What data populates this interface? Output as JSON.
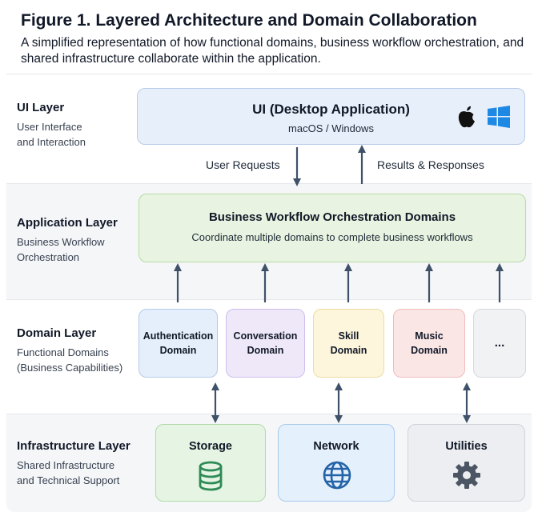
{
  "figure": {
    "title": "Figure 1. Layered Architecture and Domain Collaboration",
    "subtitle": "A simplified representation of how functional domains, business workflow orchestration, and shared infrastructure collaborate within the application."
  },
  "layers": {
    "ui": {
      "name": "UI Layer",
      "desc_line1": "User Interface",
      "desc_line2": "and Interaction"
    },
    "application": {
      "name": "Application Layer",
      "desc_line1": "Business Workflow",
      "desc_line2": "Orchestration"
    },
    "domain": {
      "name": "Domain Layer",
      "desc_line1": "Functional Domains",
      "desc_line2": "(Business Capabilities)"
    },
    "infrastructure": {
      "name": "Infrastructure Layer",
      "desc_line1": "Shared Infrastructure",
      "desc_line2": "and Technical Support"
    }
  },
  "ui_box": {
    "title": "UI (Desktop Application)",
    "subtitle": "macOS / Windows",
    "icons": [
      "apple-icon",
      "windows-icon"
    ]
  },
  "arrows": {
    "requests": "User Requests",
    "responses": "Results & Responses"
  },
  "app_box": {
    "title": "Business Workflow Orchestration Domains",
    "subtitle": "Coordinate multiple domains to complete business workflows"
  },
  "domains": [
    {
      "line1": "Authentication",
      "line2": "Domain"
    },
    {
      "line1": "Conversation",
      "line2": "Domain"
    },
    {
      "line1": "Skill",
      "line2": "Domain"
    },
    {
      "line1": "Music",
      "line2": "Domain"
    },
    {
      "line1": "...",
      "line2": ""
    }
  ],
  "infrastructure": [
    {
      "label": "Storage",
      "icon": "database-icon",
      "color": "#2e8b57"
    },
    {
      "label": "Network",
      "icon": "globe-icon",
      "color": "#2563a8"
    },
    {
      "label": "Utilities",
      "icon": "gear-icon",
      "color": "#4b5563"
    }
  ]
}
